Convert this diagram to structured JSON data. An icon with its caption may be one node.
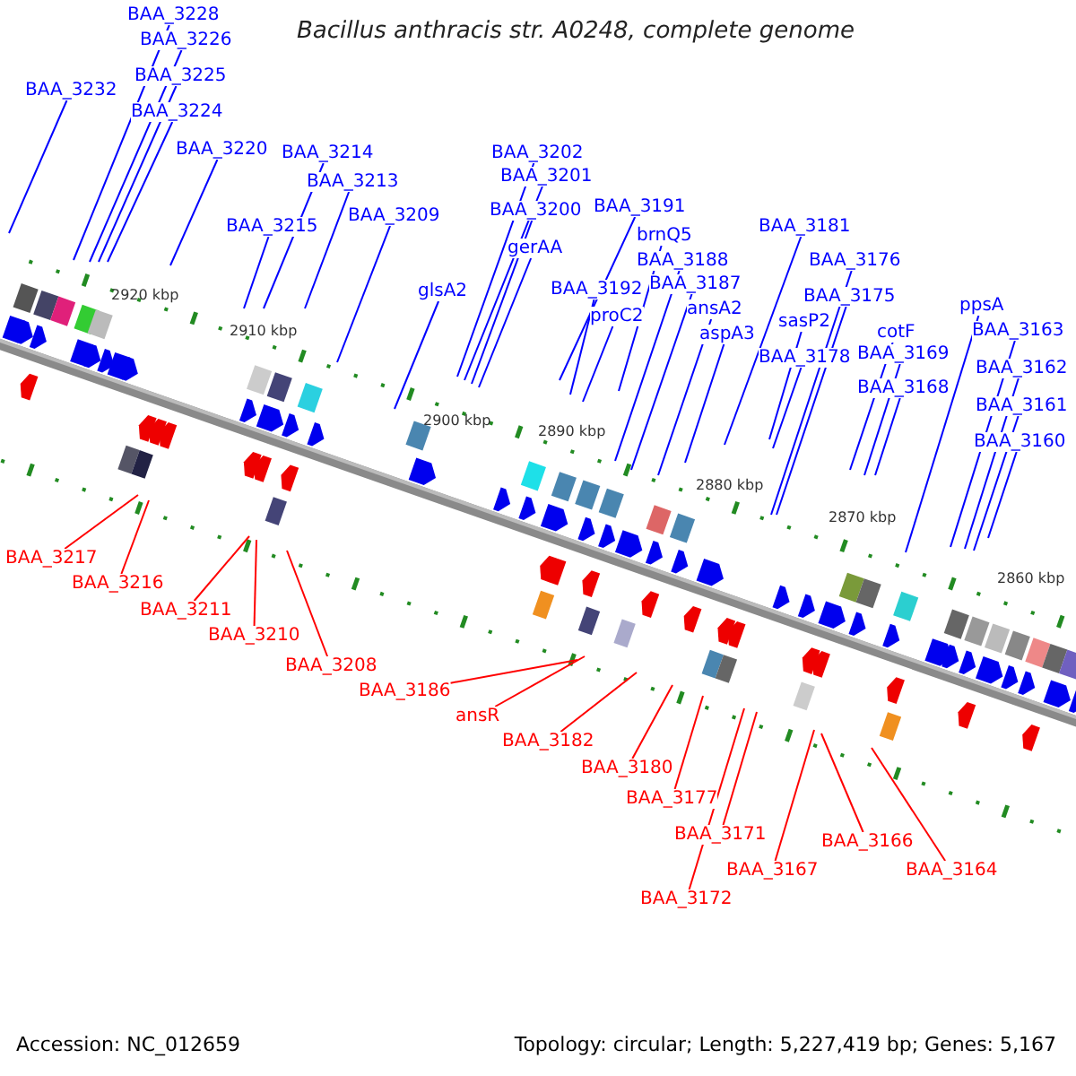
{
  "diagram": {
    "title": "Bacillus anthracis str. A0248, complete genome",
    "nodes": [
      {
        "text": [
          "BAA_3228"
        ]
      },
      {
        "text": [
          "BAA_3226"
        ]
      },
      {
        "text": [
          "BAA_3225"
        ]
      },
      {
        "text": [
          "BAA_3224"
        ]
      },
      {
        "text": [
          "BAA_3232"
        ]
      },
      {
        "text": [
          "BAA_3220"
        ]
      },
      {
        "text": [
          "BAA_3214"
        ]
      },
      {
        "text": [
          "BAA_3213"
        ]
      },
      {
        "text": [
          "BAA_3215"
        ]
      },
      {
        "text": [
          "BAA_3209"
        ]
      },
      {
        "text": [
          "glsA2"
        ]
      },
      {
        "text": [
          "BAA_3202"
        ]
      },
      {
        "text": [
          "BAA_3201"
        ]
      },
      {
        "text": [
          "BAA_3200"
        ]
      },
      {
        "text": [
          "gerAA"
        ]
      },
      {
        "text": [
          "BAA_3191"
        ]
      },
      {
        "text": [
          "brnQ5"
        ]
      },
      {
        "text": [
          "BAA_3188"
        ]
      },
      {
        "text": [
          "BAA_3192"
        ]
      },
      {
        "text": [
          "BAA_3187"
        ]
      },
      {
        "text": [
          "proC2"
        ]
      },
      {
        "text": [
          "ansA2"
        ]
      },
      {
        "text": [
          "aspA3"
        ]
      },
      {
        "text": [
          "BAA_3181"
        ]
      },
      {
        "text": [
          "BAA_3176"
        ]
      },
      {
        "text": [
          "BAA_3175"
        ]
      },
      {
        "text": [
          "sasP2"
        ]
      },
      {
        "text": [
          "BAA_3178"
        ]
      },
      {
        "text": [
          "cotF"
        ]
      },
      {
        "text": [
          "BAA_3169"
        ]
      },
      {
        "text": [
          "BAA_3168"
        ]
      },
      {
        "text": [
          "ppsA"
        ]
      },
      {
        "text": [
          "BAA_3163"
        ]
      },
      {
        "text": [
          "BAA_3162"
        ]
      },
      {
        "text": [
          "BAA_3161"
        ]
      },
      {
        "text": [
          "BAA_3160"
        ]
      },
      {
        "text": [
          "BAA_3217"
        ]
      },
      {
        "text": [
          "BAA_3216"
        ]
      },
      {
        "text": [
          "BAA_3211"
        ]
      },
      {
        "text": [
          "BAA_3210"
        ]
      },
      {
        "text": [
          "BAA_3208"
        ]
      },
      {
        "text": [
          "BAA_3186"
        ]
      },
      {
        "text": [
          "ansR"
        ]
      },
      {
        "text": [
          "BAA_3182"
        ]
      },
      {
        "text": [
          "BAA_3180"
        ]
      },
      {
        "text": [
          "BAA_3177"
        ]
      },
      {
        "text": [
          "BAA_3171"
        ]
      },
      {
        "text": [
          "BAA_3172"
        ]
      },
      {
        "text": [
          "BAA_3167"
        ]
      },
      {
        "text": [
          "BAA_3166"
        ]
      },
      {
        "text": [
          "BAA_3164"
        ]
      }
    ],
    "edges": [
      {
        "from": 0,
        "to": null,
        "arrow": "none"
      },
      {
        "from": 1,
        "to": null,
        "arrow": "none"
      },
      {
        "from": 2,
        "to": null,
        "arrow": "none"
      },
      {
        "from": 3,
        "to": null,
        "arrow": "none"
      },
      {
        "from": 4,
        "to": null,
        "arrow": "none"
      },
      {
        "from": 5,
        "to": null,
        "arrow": "none"
      },
      {
        "from": 6,
        "to": null,
        "arrow": "none"
      },
      {
        "from": 7,
        "to": null,
        "arrow": "none"
      },
      {
        "from": 8,
        "to": null,
        "arrow": "none"
      },
      {
        "from": 9,
        "to": null,
        "arrow": "none"
      },
      {
        "from": 10,
        "to": null,
        "arrow": "none"
      },
      {
        "from": 11,
        "to": null,
        "arrow": "none"
      },
      {
        "from": 12,
        "to": null,
        "arrow": "none"
      },
      {
        "from": 13,
        "to": null,
        "arrow": "none"
      },
      {
        "from": 14,
        "to": null,
        "arrow": "none"
      },
      {
        "from": 15,
        "to": null,
        "arrow": "none"
      },
      {
        "from": 16,
        "to": null,
        "arrow": "none"
      },
      {
        "from": 17,
        "to": null,
        "arrow": "none"
      },
      {
        "from": 18,
        "to": null,
        "arrow": "none"
      },
      {
        "from": 19,
        "to": null,
        "arrow": "none"
      },
      {
        "from": 20,
        "to": null,
        "arrow": "none"
      },
      {
        "from": 21,
        "to": null,
        "arrow": "none"
      },
      {
        "from": 22,
        "to": null,
        "arrow": "none"
      },
      {
        "from": 23,
        "to": null,
        "arrow": "none"
      },
      {
        "from": 24,
        "to": null,
        "arrow": "none"
      },
      {
        "from": 25,
        "to": null,
        "arrow": "none"
      },
      {
        "from": 26,
        "to": null,
        "arrow": "none"
      },
      {
        "from": 27,
        "to": null,
        "arrow": "none"
      },
      {
        "from": 28,
        "to": null,
        "arrow": "none"
      },
      {
        "from": 29,
        "to": null,
        "arrow": "none"
      },
      {
        "from": 30,
        "to": null,
        "arrow": "none"
      },
      {
        "from": 31,
        "to": null,
        "arrow": "none"
      },
      {
        "from": 32,
        "to": null,
        "arrow": "none"
      },
      {
        "from": 33,
        "to": null,
        "arrow": "none"
      },
      {
        "from": 34,
        "to": null,
        "arrow": "none"
      },
      {
        "from": 35,
        "to": null,
        "arrow": "none"
      },
      {
        "from": 36,
        "to": null,
        "arrow": "none",
        "color": "#ff0000"
      },
      {
        "from": 37,
        "to": null,
        "arrow": "none",
        "color": "#ff0000"
      },
      {
        "from": 38,
        "to": null,
        "arrow": "none",
        "color": "#ff0000"
      },
      {
        "from": 39,
        "to": null,
        "arrow": "none",
        "color": "#ff0000"
      },
      {
        "from": 40,
        "to": null,
        "arrow": "none",
        "color": "#ff0000"
      },
      {
        "from": 41,
        "to": null,
        "arrow": "none",
        "color": "#ff0000"
      },
      {
        "from": 42,
        "to": null,
        "arrow": "none",
        "color": "#ff0000"
      },
      {
        "from": 43,
        "to": null,
        "arrow": "none",
        "color": "#ff0000"
      },
      {
        "from": 44,
        "to": null,
        "arrow": "none",
        "color": "#ff0000"
      },
      {
        "from": 45,
        "to": null,
        "arrow": "none",
        "color": "#ff0000"
      },
      {
        "from": 46,
        "to": null,
        "arrow": "none",
        "color": "#ff0000"
      },
      {
        "from": 47,
        "to": null,
        "arrow": "none",
        "color": "#ff0000"
      },
      {
        "from": 48,
        "to": null,
        "arrow": "none",
        "color": "#ff0000"
      },
      {
        "from": 49,
        "to": null,
        "arrow": "none",
        "color": "#ff0000"
      },
      {
        "from": 50,
        "to": null,
        "arrow": "none",
        "color": "#ff0000"
      }
    ],
    "labels": [
      "2920 kbp",
      "2910 kbp",
      "2900 kbp",
      "2890 kbp",
      "2880 kbp",
      "2870 kbp",
      "2860 kbp",
      "Accession: NC_012659",
      "Topology: circular; Length: 5,227,419 bp; Genes: 5,167"
    ]
  }
}
